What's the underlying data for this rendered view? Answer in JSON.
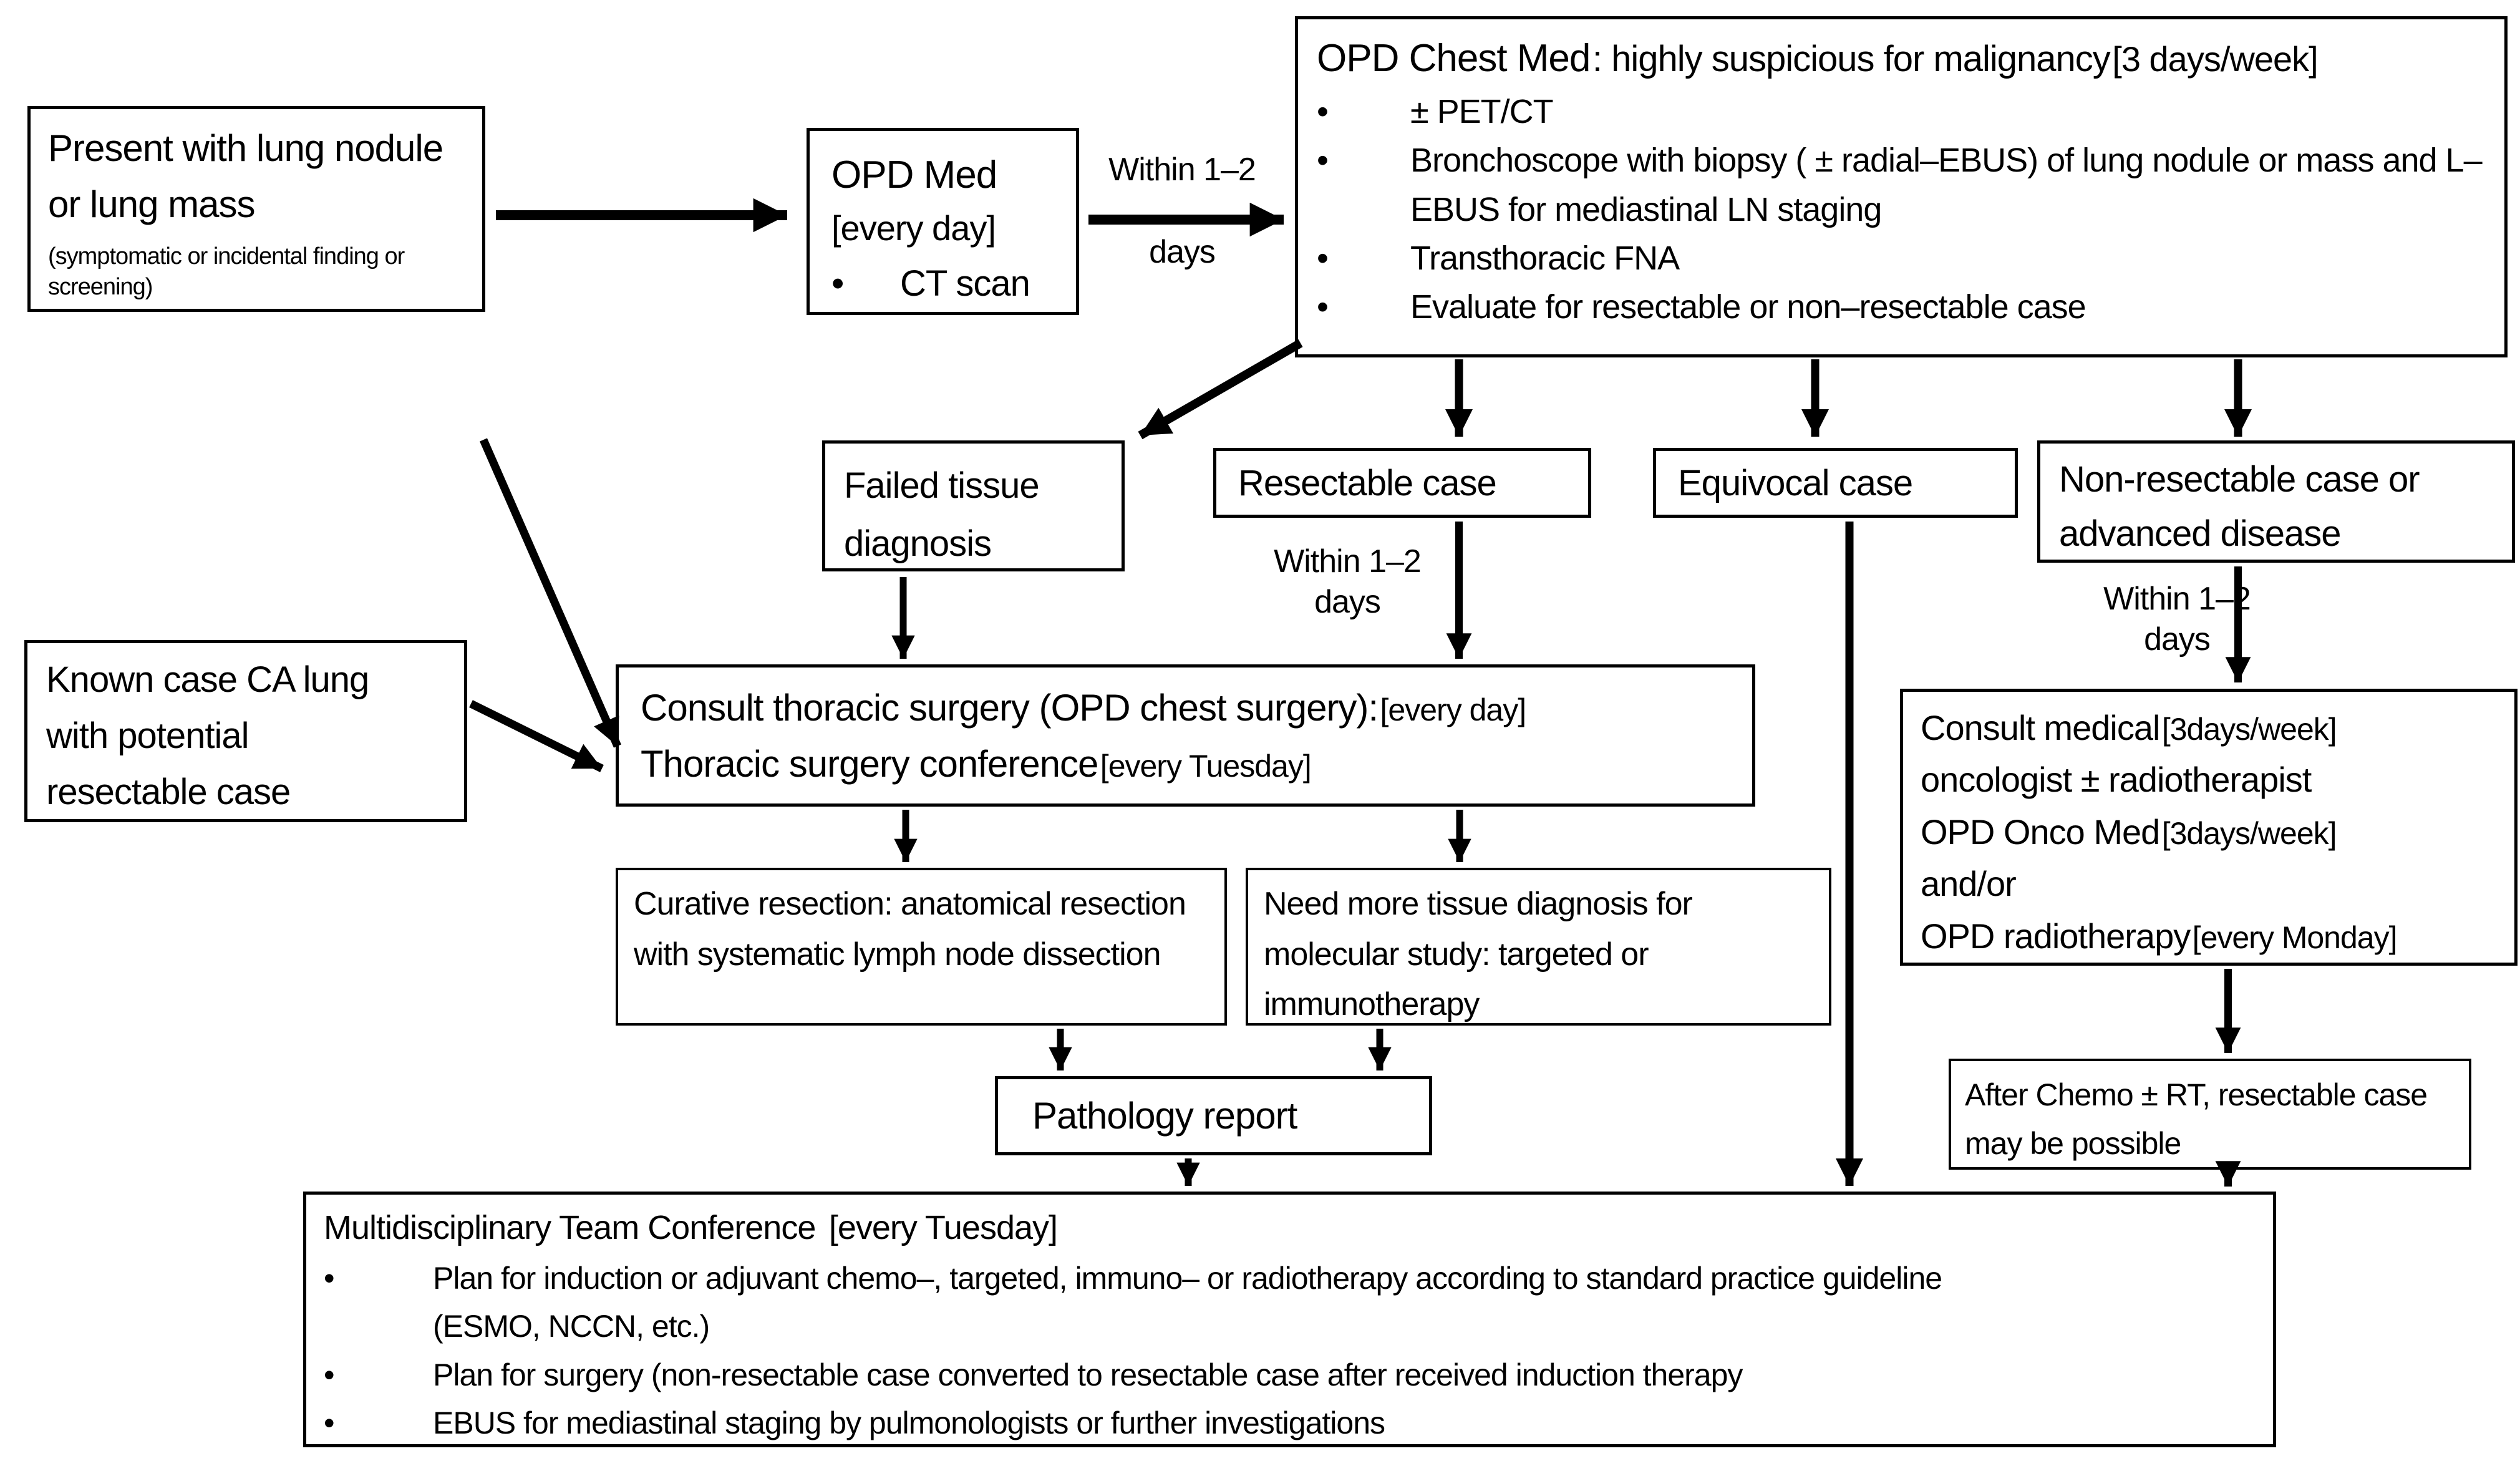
{
  "diagram": {
    "present": {
      "text": "Present with lung nodule or lung mass",
      "note": "(symptomatic or incidental finding or screening)"
    },
    "opd_med": {
      "title": "OPD Med",
      "schedule": "[every day]",
      "bullet": "CT scan"
    },
    "within_1_2": {
      "line1": "Within 1–2",
      "line2": "days"
    },
    "chest_med": {
      "title": "OPD Chest Med",
      "title_desc": ": highly suspicious for malignancy",
      "schedule": "[3 days/week]",
      "bullets": [
        "± PET/CT",
        "Bronchoscope with biopsy ( ± radial–EBUS) of lung nodule or mass and L–EBUS for mediastinal LN staging",
        "Transthoracic FNA",
        "Evaluate for resectable or non–resectable case"
      ]
    },
    "failed": {
      "text": "Failed tissue diagnosis"
    },
    "resectable": {
      "text": "Resectable case"
    },
    "equivocal": {
      "text": "Equivocal case"
    },
    "non_resectable": {
      "text": "Non-resectable case or advanced disease"
    },
    "known": {
      "text": "Known case CA lung with potential resectable case"
    },
    "consult_surgery": {
      "line1": "Consult thoracic surgery (OPD chest surgery):",
      "line1_schedule": "[every day]",
      "line2": "Thoracic surgery conference",
      "line2_schedule": "[every Tuesday]"
    },
    "curative": {
      "text": "Curative resection: anatomical resection with systematic lymph node dissection"
    },
    "need_more": {
      "text": "Need more tissue diagnosis for molecular study: targeted or immunotherapy"
    },
    "pathology": {
      "text": "Pathology report"
    },
    "consult_medical": {
      "line1": "Consult medical",
      "line1_schedule": "[3days/week]",
      "line2": "oncologist ± radiotherapist",
      "line3": "OPD Onco Med",
      "line3_schedule": "[3days/week]",
      "line4": "and/or",
      "line5": "OPD radiotherapy",
      "line5_schedule": "[every Monday]"
    },
    "after_chemo": {
      "text": "After Chemo ± RT, resectable case may be possible"
    },
    "mdt": {
      "title": "Multidisciplinary Team Conference",
      "schedule": "[every Tuesday]",
      "bullet1_line1": "Plan for induction or adjuvant chemo–, targeted, immuno– or radiotherapy according to standard practice guideline",
      "bullet1_line2": "(ESMO, NCCN, etc.)",
      "bullet2": "Plan for surgery (non-resectable case converted to resectable case after received induction therapy",
      "bullet3": "EBUS for mediastinal staging by pulmonologists or further investigations"
    }
  }
}
